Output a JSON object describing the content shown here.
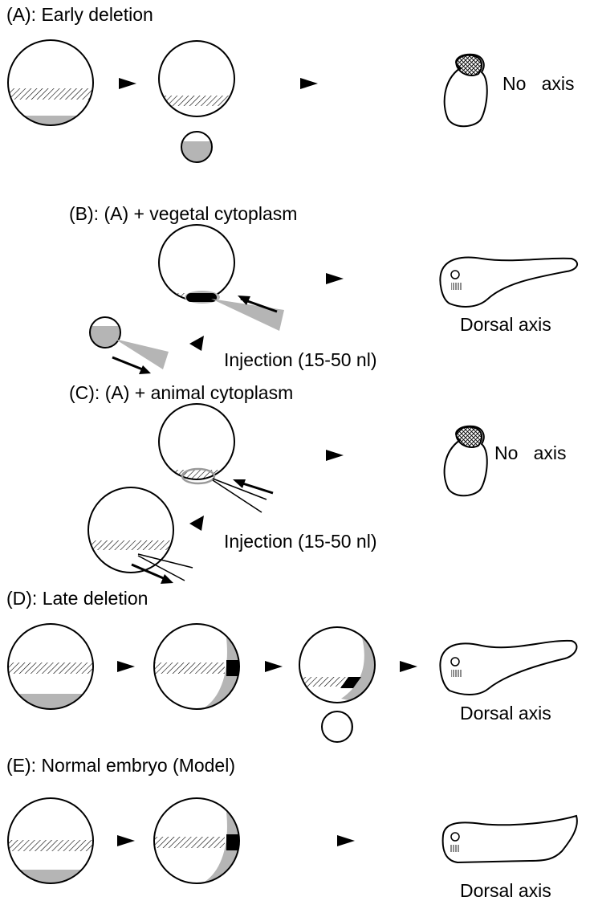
{
  "figure": {
    "panels": [
      {
        "id": "A",
        "title": "(A): Early deletion",
        "outcome": "No   axis"
      },
      {
        "id": "B",
        "title": "(B): (A) + vegetal cytoplasm",
        "outcome": "Dorsal axis",
        "injection": "Injection (15-50 nl)"
      },
      {
        "id": "C",
        "title": "(C): (A) + animal cytoplasm",
        "outcome": "No   axis",
        "injection": "Injection (15-50 nl)"
      },
      {
        "id": "D",
        "title": "(D): Late deletion",
        "outcome": "Dorsal axis"
      },
      {
        "id": "E",
        "title": "(E): Normal embryo (Model)",
        "outcome": "Dorsal axis"
      }
    ],
    "colors": {
      "gray": "#b5b5b5",
      "black": "#000000",
      "line": "#000000",
      "background": "#ffffff"
    }
  }
}
